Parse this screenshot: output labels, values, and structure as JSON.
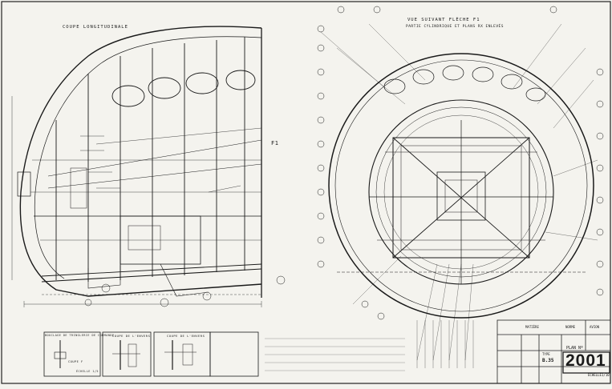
{
  "titles": {
    "left_view": "COUPE LONGITUDINALE",
    "right_view_line1": "VUE SUIVANT FLÈCHE F1",
    "right_view_line2": "PARTIE CYLINDRIQUE ET PLANS RX ENLEVÉS",
    "arrow_label": "F1"
  },
  "details": {
    "left": "BOUCLAGE DE TRINGLERIE DE COMMANDE",
    "mid": "COUPE DE L'ENVERS",
    "right": "COUPE DE L'ENVERS",
    "section_f": "COUPE F",
    "scale": "ÉCHELLE 1/5"
  },
  "title_block": {
    "header1": "MATIÈRE",
    "header2": "NORME",
    "header3": "AVION",
    "type_label": "TYPE",
    "type_value": "B.35",
    "plan_label": "PLAN Nº",
    "plan_number": "2001",
    "scale_label": "ÉCHELLE",
    "scale_value": "1/10"
  },
  "colors": {
    "paper": "#f4f3ee",
    "ink": "#1a1a1a",
    "faint": "#6b6b6b"
  }
}
